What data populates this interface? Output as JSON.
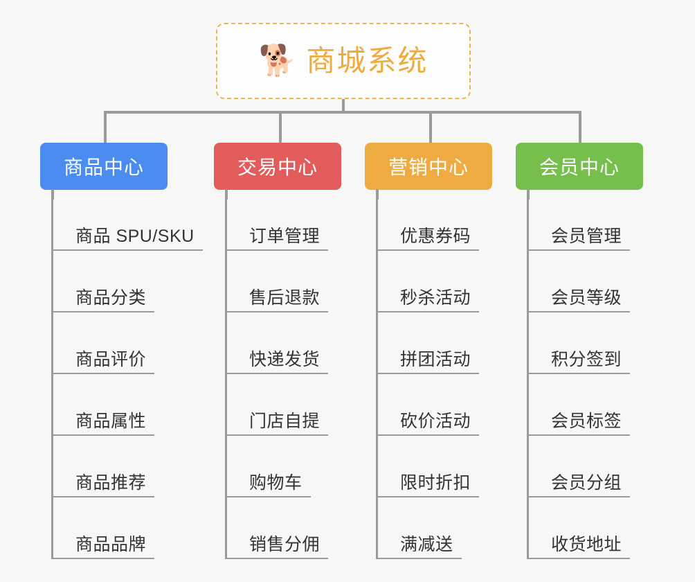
{
  "canvas": {
    "background": "#f7f7f7"
  },
  "root": {
    "icon": "dog-face-emoji",
    "emoji": "🐕",
    "title": "商城系统",
    "border_color": "#eeb451",
    "text_color": "#eeac3e"
  },
  "connector_color": "#9a9a9a",
  "branches": [
    {
      "id": "product-center",
      "label": "商品中心",
      "color": "#4a8cf0",
      "items": [
        "商品 SPU/SKU",
        "商品分类",
        "商品评价",
        "商品属性",
        "商品推荐",
        "商品品牌"
      ]
    },
    {
      "id": "trade-center",
      "label": "交易中心",
      "color": "#e25c5c",
      "items": [
        "订单管理",
        "售后退款",
        "快递发货",
        "门店自提",
        "购物车",
        "销售分佣"
      ]
    },
    {
      "id": "marketing-center",
      "label": "营销中心",
      "color": "#eeab42",
      "items": [
        "优惠券码",
        "秒杀活动",
        "拼团活动",
        "砍价活动",
        "限时折扣",
        "满减送"
      ]
    },
    {
      "id": "member-center",
      "label": "会员中心",
      "color": "#76bf4c",
      "items": [
        "会员管理",
        "会员等级",
        "积分签到",
        "会员标签",
        "会员分组",
        "收货地址"
      ]
    }
  ]
}
